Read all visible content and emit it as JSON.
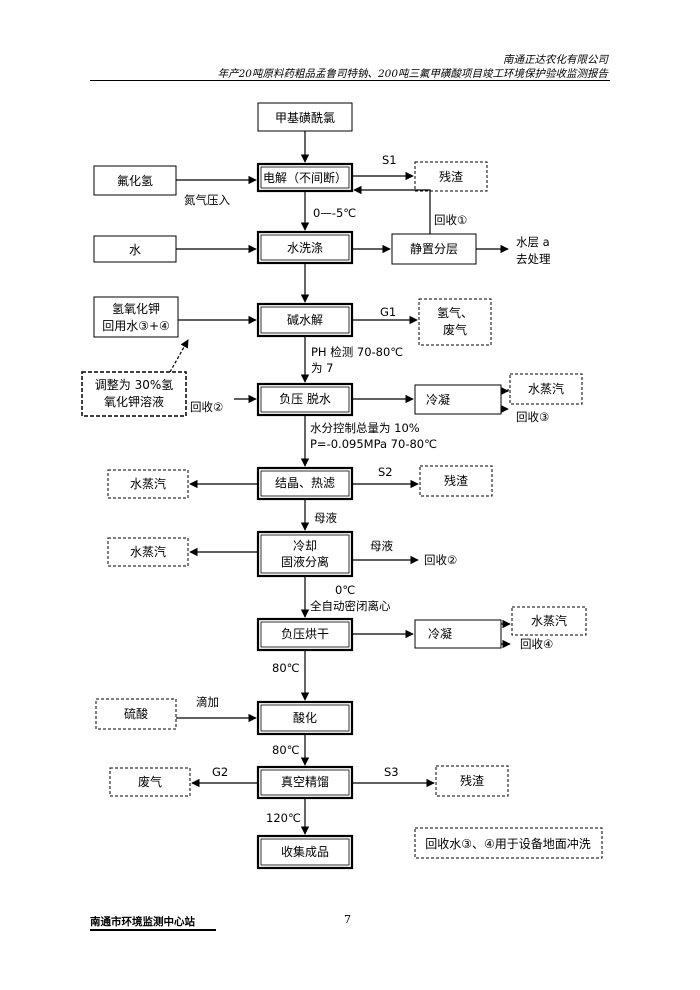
{
  "header": {
    "company": "南通正达农化有限公司",
    "report_title": "年产20吨原料药粗品孟鲁司特钠、200吨三氟甲磺酸项目竣工环境保护验收监测报告"
  },
  "flow": {
    "start": "甲基磺酰氯",
    "hf": "氟化氢",
    "nitrogen": "氮气压入",
    "electrolysis": "电解（不间断）",
    "s1": "S1",
    "residue1": "残渣",
    "temp1": "0—-5℃",
    "recycle1": "回收①",
    "water": "水",
    "wash": "水洗涤",
    "settle": "静置分层",
    "water_layer_1": "水层 a",
    "water_layer_2": "去处理",
    "koh_1": "氢氧化钾",
    "koh_2": "回用水③+④",
    "hydrolysis": "碱水解",
    "g1": "G1",
    "gas_1": "氢气、",
    "gas_2": "废气",
    "adjust_1": "调整为 30%氢",
    "adjust_2": "氧化钾溶液",
    "ph_1": "PH 检测 70-80℃",
    "ph_2": "为 7",
    "recycle2_in": "回收②",
    "vac_dehyd": "负压  脱水",
    "condense1": "冷凝",
    "steam1": "水蒸汽",
    "recycle3": "回收③",
    "moisture_1": "水分控制总量为 10%",
    "moisture_2": "P=-0.095MPa 70-80℃",
    "steam2": "水蒸汽",
    "crystal": "结晶、热滤",
    "s2": "S2",
    "residue2": "残渣",
    "mother1": "母液",
    "steam3": "水蒸汽",
    "cool_1": "冷却",
    "cool_2": "固液分离",
    "mother2": "母液",
    "recycle2_out": "回收②",
    "temp_0": "0℃",
    "centrifuge": "全自动密闭离心",
    "vac_dry": "负压烘干",
    "condense2": "冷凝",
    "steam4": "水蒸汽",
    "recycle4": "回收④",
    "temp_80a": "80℃",
    "sulfuric": "硫酸",
    "dropwise": "滴加",
    "acidify": "酸化",
    "temp_80b": "80℃",
    "waste_gas": "废气",
    "g2": "G2",
    "vac_distill": "真空精馏",
    "s3": "S3",
    "residue3": "残渣",
    "temp_120": "120℃",
    "collect": "收集成品",
    "note": "回收水③、④用于设备地面冲洗"
  },
  "footer": {
    "station": "南通市环境监测中心站",
    "page": "7"
  }
}
